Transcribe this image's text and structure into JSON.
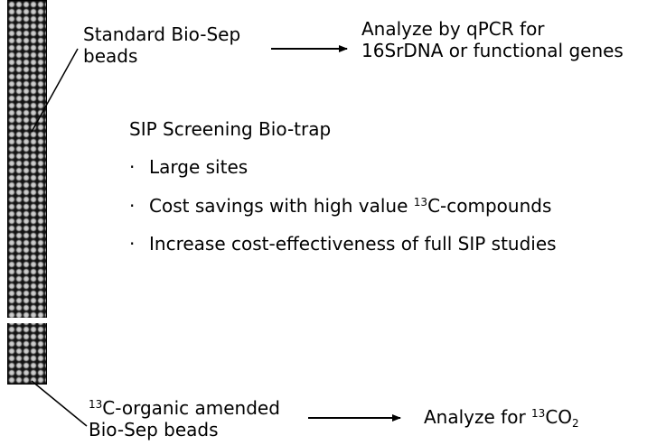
{
  "top_label": {
    "line1": "Standard Bio-Sep",
    "line2": "beads"
  },
  "top_analysis": {
    "line1": "Analyze by qPCR for",
    "line2": "16SrDNA or functional genes"
  },
  "center": {
    "heading": "SIP Screening Bio-trap",
    "bullets": [
      {
        "text": "Large sites"
      },
      {
        "pre": "Cost savings with high value ",
        "sup": "13",
        "post": "C-compounds"
      },
      {
        "text": "Increase cost-effectiveness of full SIP studies"
      }
    ],
    "bullet_char": "·"
  },
  "bottom_label": {
    "sup": "13",
    "line1_post": "C-organic amended",
    "line2": "Bio-Sep beads"
  },
  "bottom_analysis": {
    "pre": "Analyze for ",
    "sup": "13",
    "mid": "CO",
    "sub": "2"
  }
}
